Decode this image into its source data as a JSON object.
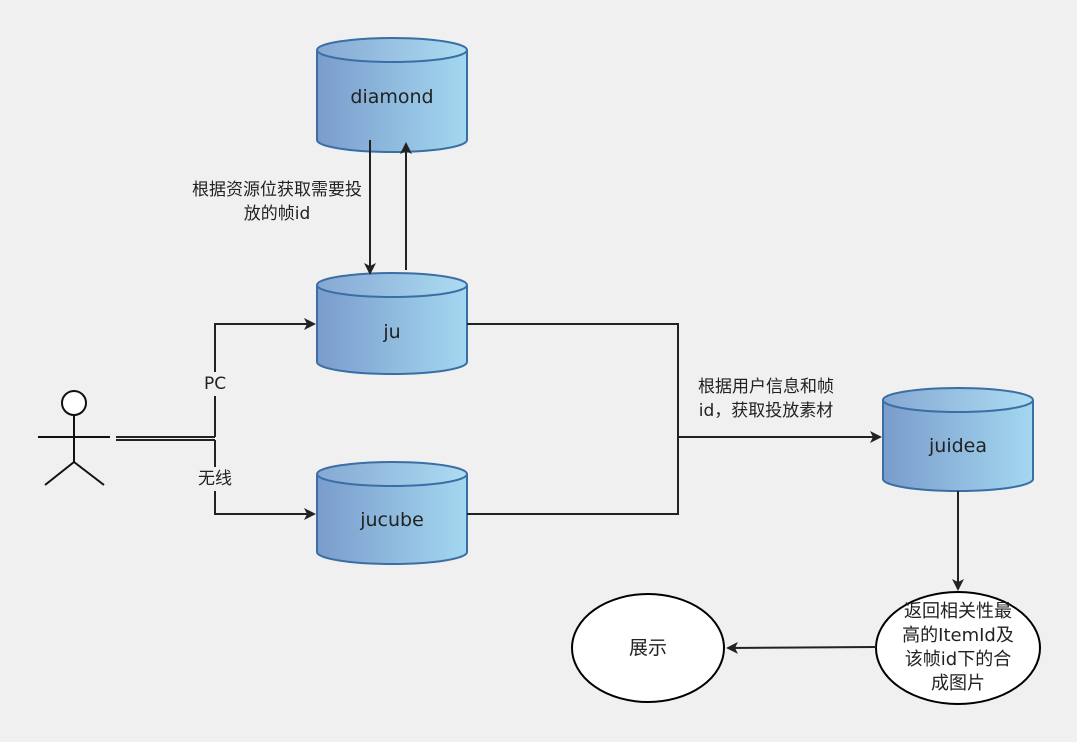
{
  "nodes": {
    "diamond": "diamond",
    "ju": "ju",
    "jucube": "jucube",
    "juidea": "juidea",
    "result": "返回相关性最高的ItemId及该帧id下的合成图片",
    "display": "展示"
  },
  "edge_labels": {
    "diamond_to_ju": "根据资源位获取需要投放的帧id",
    "pc": "PC",
    "wireless": "无线",
    "to_juidea": "根据用户信息和帧id，获取投放素材"
  },
  "colors": {
    "cyl_left": "#7fa3cf",
    "cyl_right": "#9fd3ee",
    "cyl_stroke": "#3a6ea5",
    "line": "#222222",
    "background": "#f0f0f0"
  }
}
